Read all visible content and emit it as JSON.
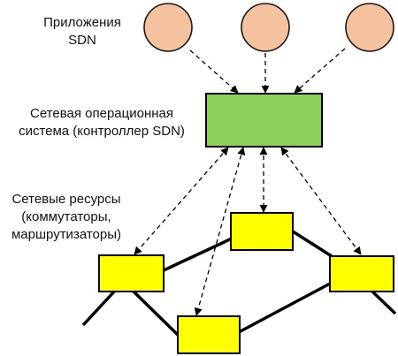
{
  "labels": {
    "applications": [
      "Приложения",
      "SDN"
    ],
    "network_os": [
      "Сетевая операционная",
      "система (контроллер SDN)"
    ],
    "resources": [
      "Сетевые ресурсы",
      "(коммутаторы,",
      "маршрутизаторы)"
    ]
  },
  "colors": {
    "app_fill": "#f5c29f",
    "app_stroke": "#1a1a1a",
    "controller_fill": "#8dd05a",
    "switch_fill": "#ffff00",
    "stroke": "#000000"
  },
  "nodes": {
    "applications": [
      {
        "id": "app-1",
        "shape": "circle"
      },
      {
        "id": "app-2",
        "shape": "circle"
      },
      {
        "id": "app-3",
        "shape": "circle"
      }
    ],
    "controller": {
      "id": "controller",
      "shape": "rect"
    },
    "switches": [
      {
        "id": "switch-top",
        "shape": "rect"
      },
      {
        "id": "switch-left",
        "shape": "rect"
      },
      {
        "id": "switch-right",
        "shape": "rect"
      },
      {
        "id": "switch-bottom",
        "shape": "rect"
      }
    ]
  },
  "edges": {
    "control_dashed_bidirectional": [
      {
        "from": "app-1",
        "to": "controller"
      },
      {
        "from": "app-2",
        "to": "controller"
      },
      {
        "from": "app-3",
        "to": "controller"
      },
      {
        "from": "controller",
        "to": "switch-left"
      },
      {
        "from": "controller",
        "to": "switch-top"
      },
      {
        "from": "controller",
        "to": "switch-bottom"
      },
      {
        "from": "controller",
        "to": "switch-right"
      }
    ],
    "data_links_solid": [
      {
        "from": "switch-left",
        "to": "switch-top"
      },
      {
        "from": "switch-top",
        "to": "switch-right"
      },
      {
        "from": "switch-left",
        "to": "switch-bottom"
      },
      {
        "from": "switch-bottom",
        "to": "switch-right"
      },
      {
        "from": "switch-left",
        "to": "outside-left"
      },
      {
        "from": "switch-right",
        "to": "outside-right"
      }
    ]
  }
}
